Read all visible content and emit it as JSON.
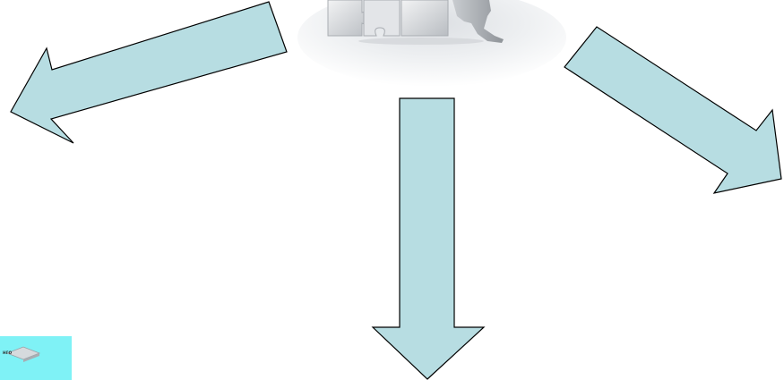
{
  "colors": {
    "arrow_fill": "#b7dde2",
    "arrow_stroke": "#000000",
    "nav_button_bg": "#7ff2f6",
    "puzzle_piece": "#d9dcdf"
  },
  "picture": {
    "icon": "puzzle-figure-icon"
  },
  "arrows": [
    {
      "direction": "down-left",
      "icon": "arrow-down-left-icon"
    },
    {
      "direction": "down",
      "icon": "arrow-down-icon"
    },
    {
      "direction": "down-right",
      "icon": "arrow-down-right-icon"
    }
  ],
  "nav": {
    "label": "нго",
    "icon": "diamond-arrow-icon"
  }
}
